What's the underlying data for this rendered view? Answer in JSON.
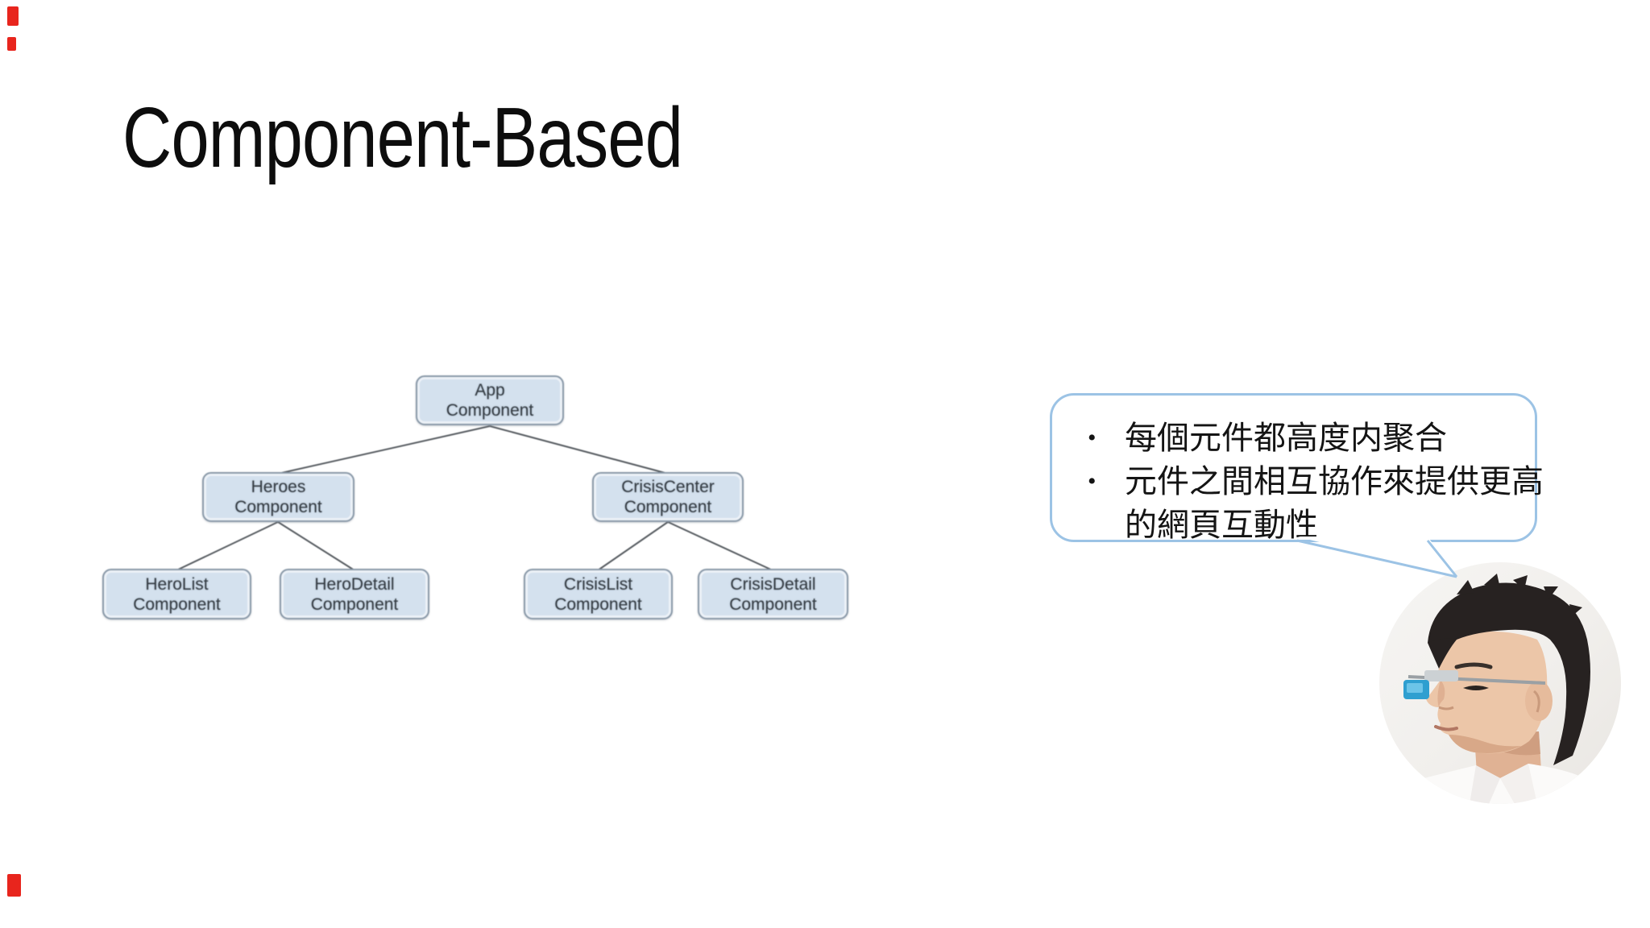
{
  "slide": {
    "title": "Component-Based",
    "background_color": "#ffffff"
  },
  "diagram": {
    "nodes": [
      {
        "id": "app",
        "line1": "App",
        "line2": "Component"
      },
      {
        "id": "heroes",
        "line1": "Heroes",
        "line2": "Component"
      },
      {
        "id": "crisiscenter",
        "line1": "CrisisCenter",
        "line2": "Component"
      },
      {
        "id": "herolist",
        "line1": "HeroList",
        "line2": "Component"
      },
      {
        "id": "herodetail",
        "line1": "HeroDetail",
        "line2": "Component"
      },
      {
        "id": "crisislist",
        "line1": "CrisisList",
        "line2": "Component"
      },
      {
        "id": "crisisdetail",
        "line1": "CrisisDetail",
        "line2": "Component"
      }
    ],
    "colors": {
      "node_fill": "#d4e1ee",
      "node_border": "#8b9aa9",
      "connector": "#565b60",
      "label_text": "#343b42"
    }
  },
  "callout": {
    "lines": [
      {
        "bullet": "•",
        "text": "每個元件都高度内聚合"
      },
      {
        "bullet": "•",
        "text": "元件之間相互協作來提供更高"
      },
      {
        "bullet": "",
        "text": "的網頁互動性"
      }
    ],
    "border_color": "#9cc3e5",
    "text_color": "#141414"
  },
  "avatar": {
    "alt": "man wearing smart glasses, circular photo"
  },
  "artifacts": {
    "color": "#e8251d"
  }
}
